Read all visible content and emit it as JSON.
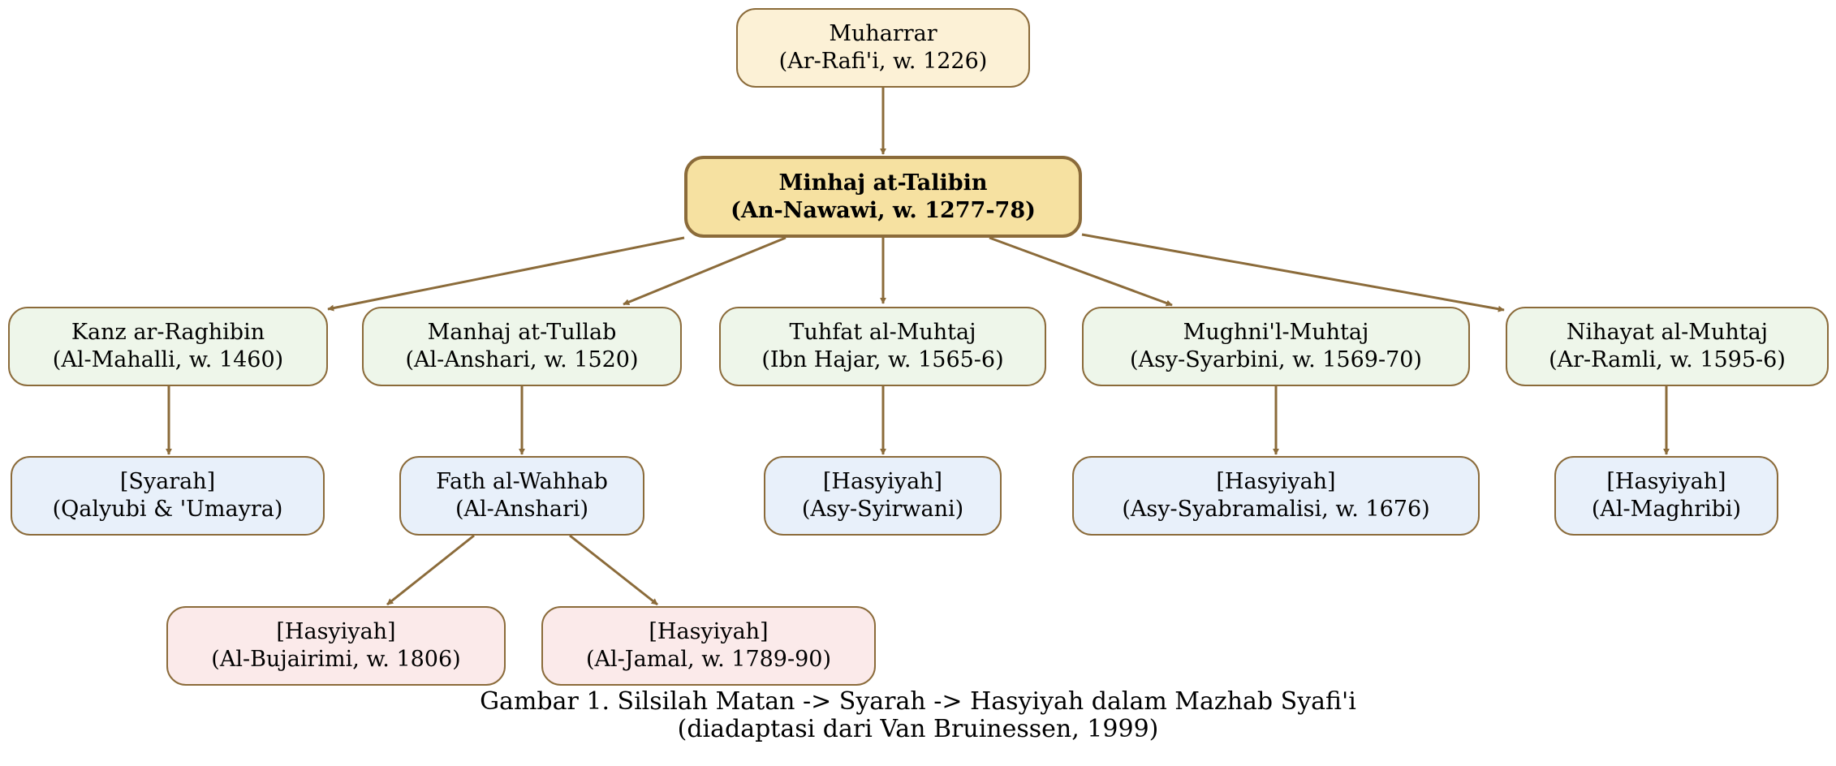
{
  "colors": {
    "edge": "#8b6b3a",
    "root": "#fcf1d6",
    "main": "#f6e1a1",
    "syarah": "#eef6ea",
    "hasyiyah_primary": "#e8f0fa",
    "hasyiyah_secondary": "#fbeaea"
  },
  "nodes": {
    "muharrar": {
      "line1": "Muharrar",
      "line2": "(Ar-Rafi'i, w. 1226)"
    },
    "minhaj": {
      "line1": "Minhaj at-Talibin",
      "line2": "(An-Nawawi, w. 1277-78)"
    },
    "kanz": {
      "line1": "Kanz ar-Raghibin",
      "line2": "(Al-Mahalli, w. 1460)"
    },
    "manhaj": {
      "line1": "Manhaj at-Tullab",
      "line2": "(Al-Anshari, w. 1520)"
    },
    "tuhfat": {
      "line1": "Tuhfat al-Muhtaj",
      "line2": "(Ibn Hajar, w. 1565-6)"
    },
    "mughni": {
      "line1": "Mughni'l-Muhtaj",
      "line2": "(Asy-Syarbini, w. 1569-70)"
    },
    "nihayat": {
      "line1": "Nihayat al-Muhtaj",
      "line2": "(Ar-Ramli, w. 1595-6)"
    },
    "syarah_qalyubi": {
      "line1": "[Syarah]",
      "line2": "(Qalyubi & 'Umayra)"
    },
    "fath": {
      "line1": "Fath al-Wahhab",
      "line2": "(Al-Anshari)"
    },
    "hasyiyah_syirwani": {
      "line1": "[Hasyiyah]",
      "line2": "(Asy-Syirwani)"
    },
    "hasyiyah_syabramalisi": {
      "line1": "[Hasyiyah]",
      "line2": "(Asy-Syabramalisi, w. 1676)"
    },
    "hasyiyah_maghribi": {
      "line1": "[Hasyiyah]",
      "line2": "(Al-Maghribi)"
    },
    "hasyiyah_bujairimi": {
      "line1": "[Hasyiyah]",
      "line2": "(Al-Bujairimi, w. 1806)"
    },
    "hasyiyah_jamal": {
      "line1": "[Hasyiyah]",
      "line2": "(Al-Jamal, w. 1789-90)"
    }
  },
  "caption": {
    "line1": "Gambar 1. Silsilah Matan -> Syarah -> Hasyiyah dalam Mazhab Syafi'i",
    "line2": "(diadaptasi dari Van Bruinessen, 1999)"
  }
}
